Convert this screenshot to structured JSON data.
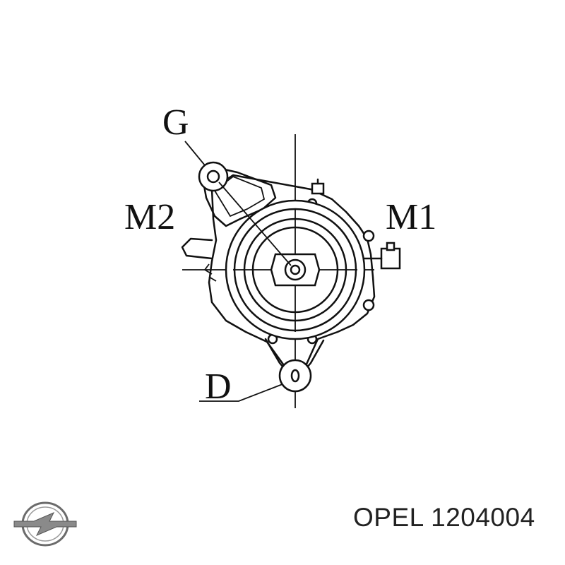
{
  "diagram": {
    "labels": {
      "g": "G",
      "m1": "M1",
      "m2": "M2",
      "d": "D"
    }
  },
  "footer": {
    "logo_icon": "opel-logo-icon",
    "brand": "OPEL",
    "part_number": "1204004"
  },
  "colors": {
    "line": "#111111",
    "background": "#ffffff"
  }
}
